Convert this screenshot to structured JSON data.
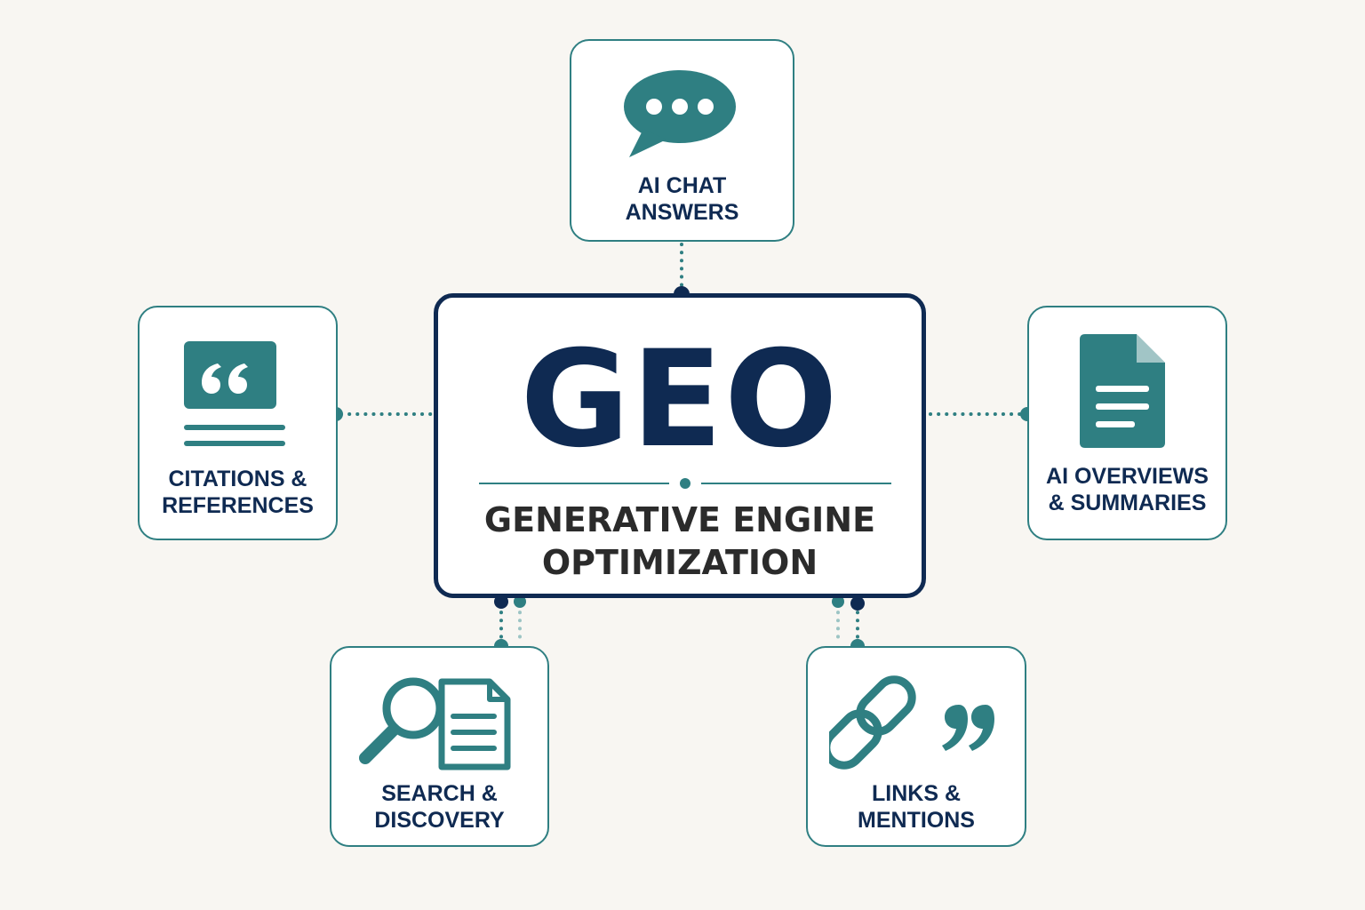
{
  "center": {
    "title": "GEO",
    "subtitle_line1": "GENERATIVE ENGINE",
    "subtitle_line2": "OPTIMIZATION"
  },
  "nodes": {
    "chat": {
      "line1": "AI CHAT",
      "line2": "ANSWERS",
      "icon": "chat-bubble-icon"
    },
    "citations": {
      "line1": "CITATIONS &",
      "line2": "REFERENCES",
      "icon": "quote-card-icon"
    },
    "overviews": {
      "line1": "AI OVERVIEWS",
      "line2": "& SUMMARIES",
      "icon": "document-icon"
    },
    "search": {
      "line1": "SEARCH &",
      "line2": "DISCOVERY",
      "icon": "magnifier-document-icon"
    },
    "links": {
      "line1": "LINKS &",
      "line2": "MENTIONS",
      "icon": "chain-link-quote-icon"
    }
  },
  "colors": {
    "navy": "#0f2a52",
    "teal": "#2f7f82",
    "background": "#f8f6f2"
  }
}
